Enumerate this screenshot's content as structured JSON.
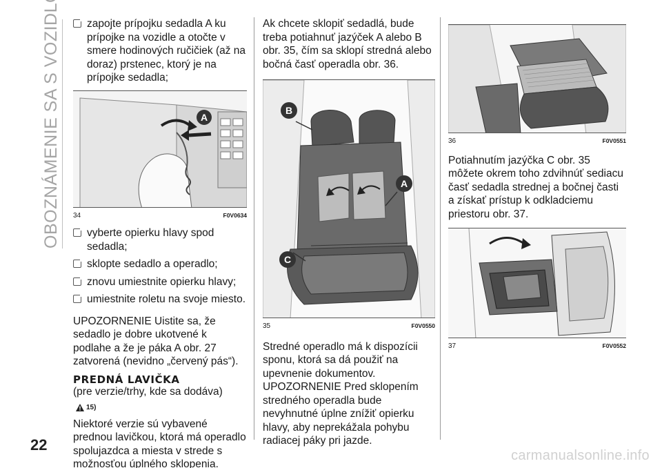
{
  "side_title": "OBOZNÁMENIE SA S VOZIDLOM",
  "page_number": "22",
  "watermark": "carmanualsonline.info",
  "col1": {
    "bullet_intro": "zapojte prípojku sedadla A ku prípojke na vozidle a otočte v smere hodinových ručičiek (až na doraz) prstenec, ktorý je na prípojke sedadla;",
    "fig34": {
      "number": "34",
      "code": "F0V0634",
      "label_a": "A"
    },
    "bullets": [
      "vyberte opierku hlavy spod sedadla;",
      "sklopte sedadlo a operadlo;",
      "znovu umiestnite opierku hlavy;",
      "umiestnite roletu na svoje miesto."
    ],
    "warning_para": "UPOZORNENIE Uistite sa, že sedadlo je dobre ukotvené k podlahe a že je páka A obr. 27 zatvorená (nevidno „červený pás“).",
    "heading": "PREDNÁ LAVIČKA",
    "subheading": "(pre verzie/trhy, kde sa dodáva)",
    "warning_ref": "15)",
    "body": "Niektoré verzie sú vybavené prednou lavičkou, ktorá má operadlo spolujazdca a miesta v strede s možnosťou úplného sklopenia."
  },
  "col2": {
    "intro": "Ak chcete sklopiť sedadlá, bude treba potiahnuť jazýček A alebo B obr. 35, čím sa sklopí stredná alebo bočná časť operadla obr. 36.",
    "fig35": {
      "number": "35",
      "code": "F0V0550",
      "label_a": "A",
      "label_b": "B",
      "label_c": "C"
    },
    "body1": "Stredné operadlo má k dispozícii sponu, ktorá sa dá použiť na upevnenie dokumentov.",
    "body2": "UPOZORNENIE Pred sklopením stredného operadla bude nevyhnutné úplne znížiť opierku hlavy, aby neprekážala pohybu radiacej páky pri jazde."
  },
  "col3": {
    "fig36": {
      "number": "36",
      "code": "F0V0551"
    },
    "body": "Potiahnutím jazýčka C obr. 35 môžete okrem toho zdvihnúť sediacu časť sedadla strednej a bočnej časti a získať prístup k odkladciemu priestoru obr. 37.",
    "fig37": {
      "number": "37",
      "code": "F0V0552"
    }
  }
}
